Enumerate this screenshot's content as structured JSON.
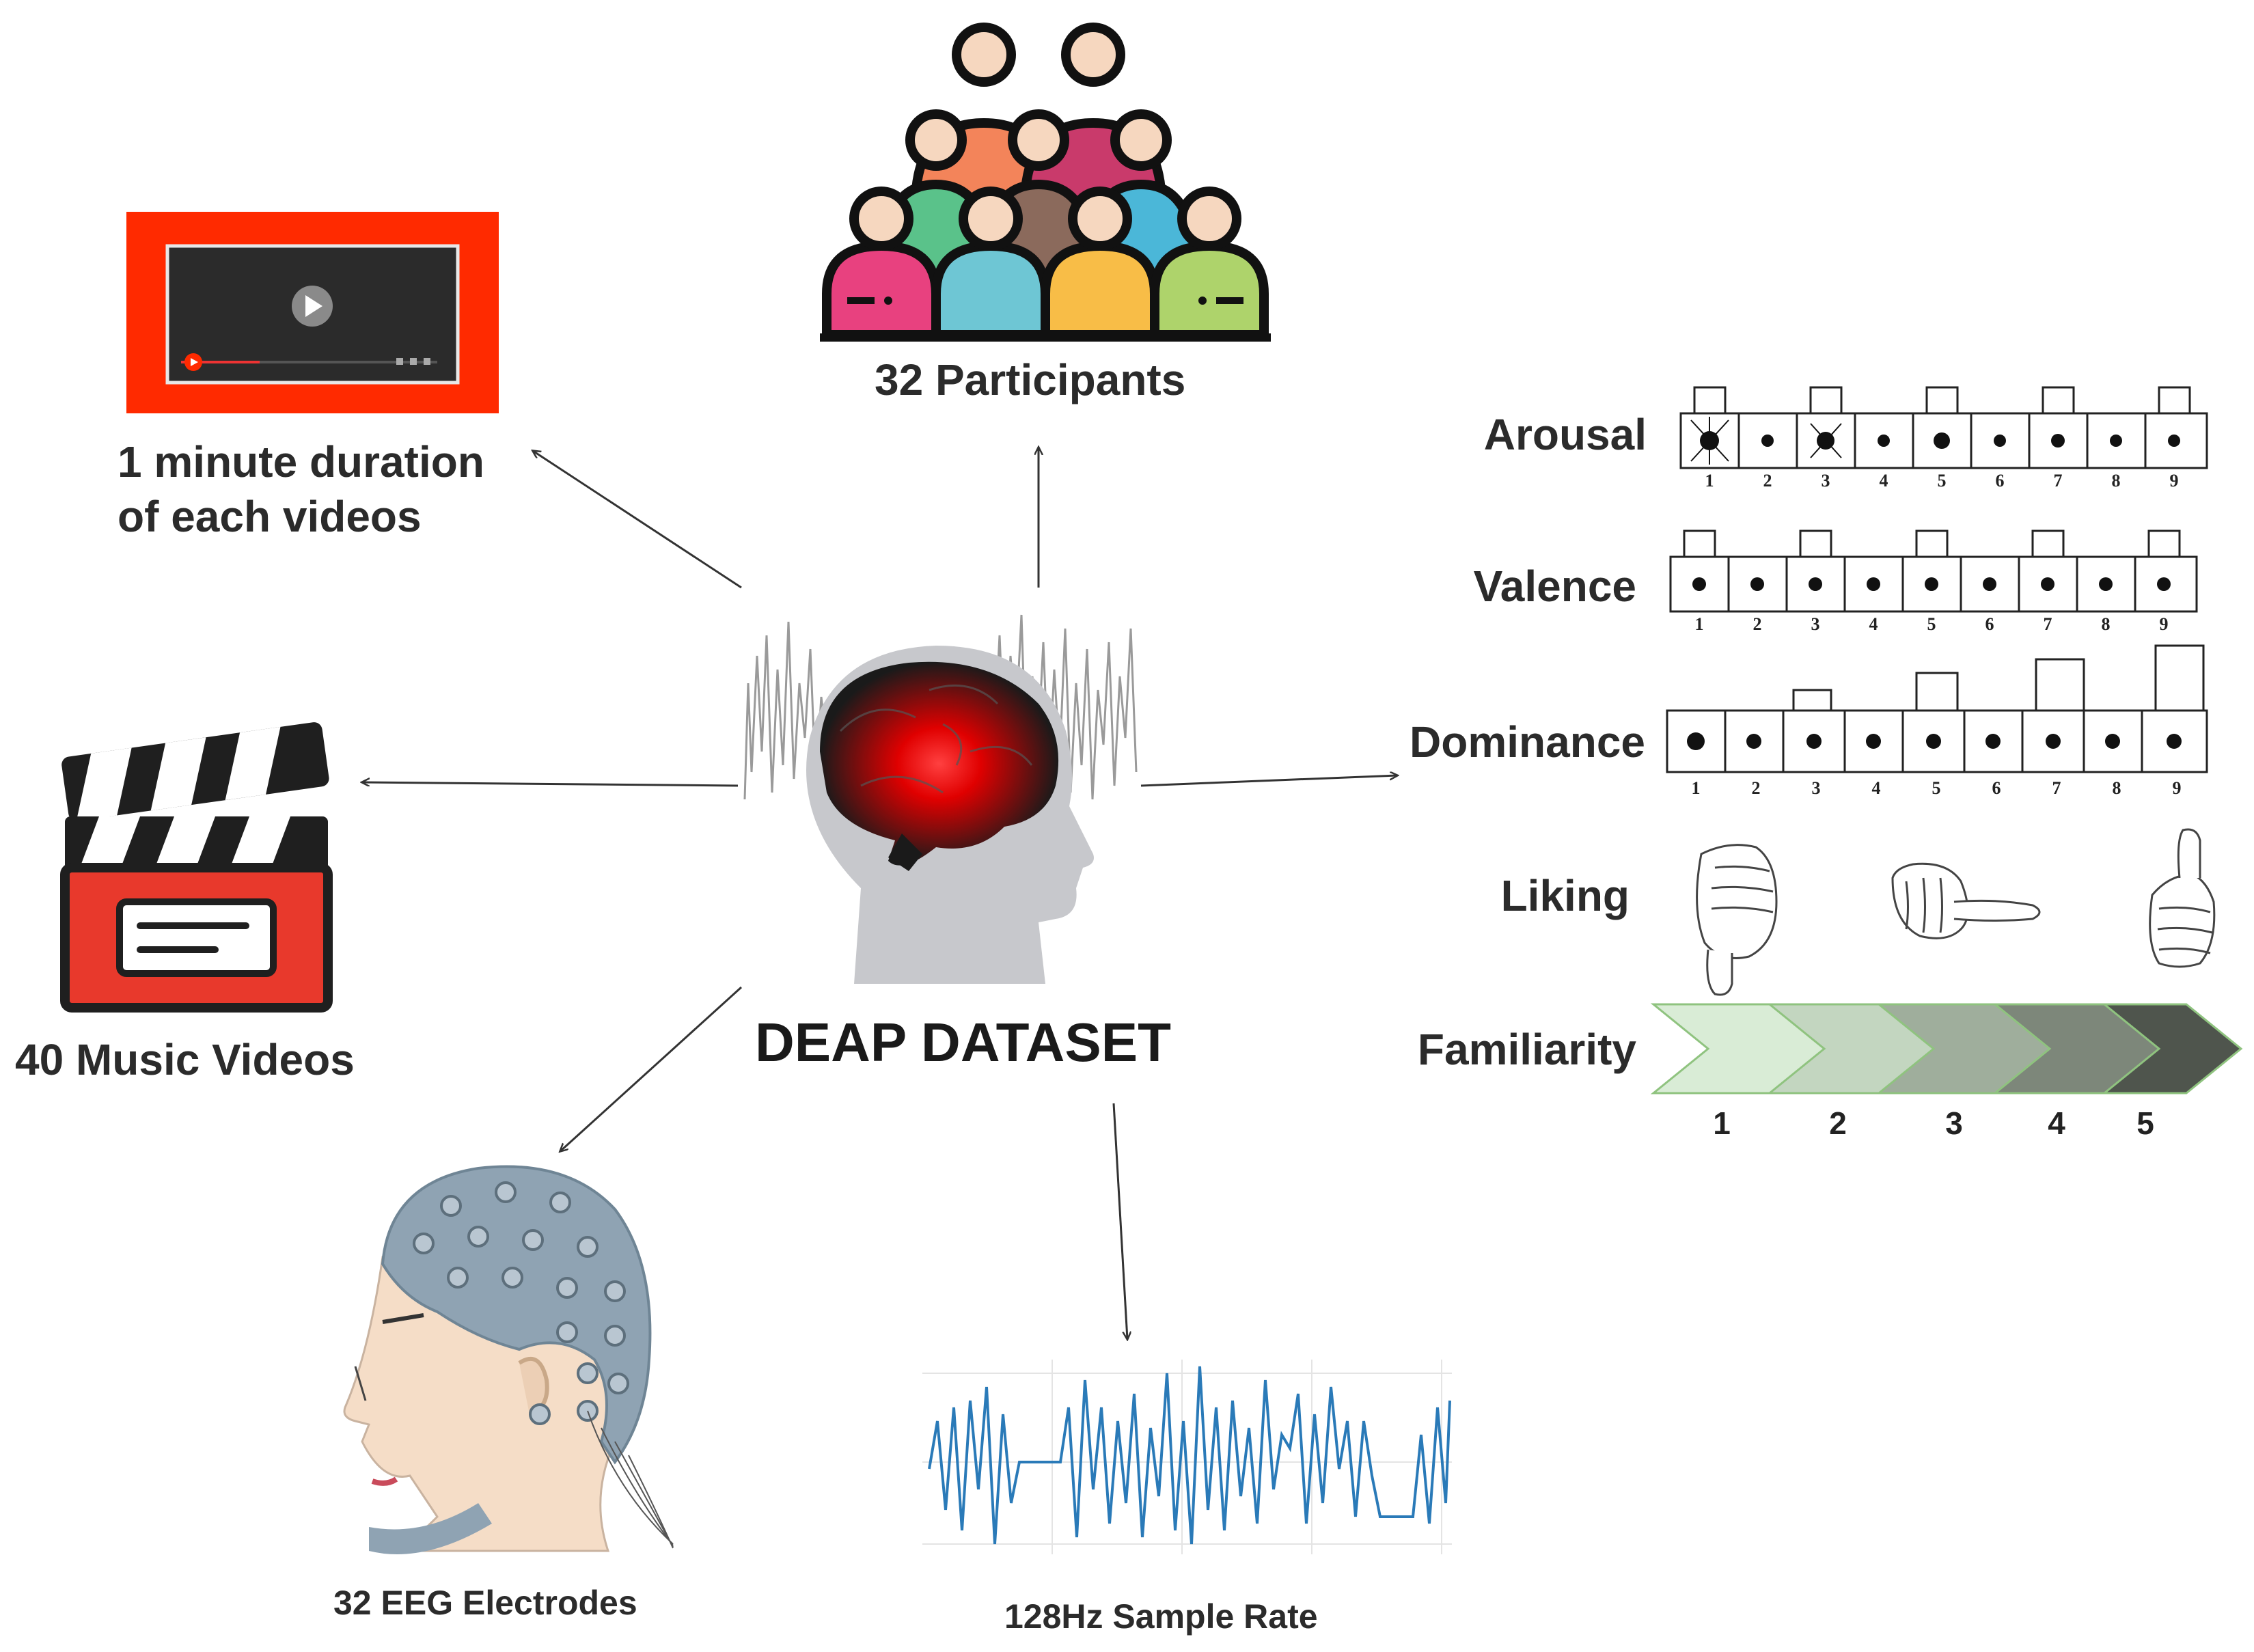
{
  "center": {
    "title": "DEAP DATASET"
  },
  "participants": {
    "label": "32 Participants"
  },
  "duration": {
    "label_line1": "1 minute duration",
    "label_line2": "of each videos"
  },
  "videos": {
    "label": "40 Music Videos"
  },
  "electrodes": {
    "label": "32 EEG Electrodes"
  },
  "sample_rate": {
    "label": "128Hz Sample Rate"
  },
  "scales": {
    "arousal": "Arousal",
    "valence": "Valence",
    "dominance": "Dominance",
    "liking": "Liking",
    "familiarity": "Familiarity",
    "sam_numbers": [
      "1",
      "2",
      "3",
      "4",
      "5",
      "6",
      "7",
      "8",
      "9"
    ],
    "familiarity_numbers": [
      "1",
      "2",
      "3",
      "4",
      "5"
    ]
  },
  "colors": {
    "video_red": "#ff2a00",
    "clapper_red": "#e8392c",
    "eeg_cap": "#8fa3b3",
    "signal_blue": "#2a7ab8",
    "brain_glow": "#ff0000",
    "familiarity_shades": [
      "#d9ecd6",
      "#c3d6c0",
      "#9fae9c",
      "#7d877a",
      "#4f554d"
    ]
  }
}
